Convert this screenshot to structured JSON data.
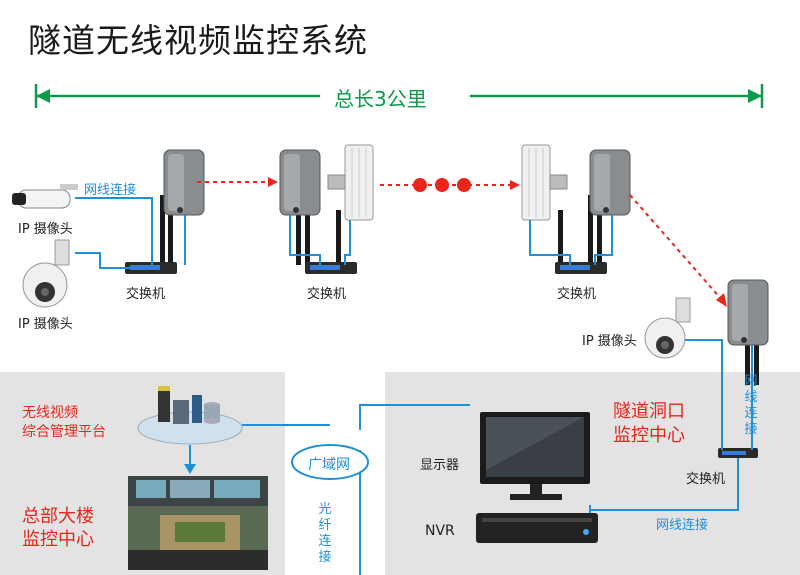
{
  "title": "隧道无线视频监控系统",
  "distance_label": "总长3公里",
  "labels": {
    "ip_camera": "IP 摄像头",
    "network_link": "网线连接",
    "switch": "交换机",
    "platform": "无线视频\n综合管理平台",
    "hq": "总部大楼\n监控中心",
    "tunnel_center": "隧道洞口\n监控中心",
    "wan": "广域网",
    "display": "显示器",
    "nvr": "NVR",
    "fiber_link": "光纤连接",
    "network_link_v": "网线连接"
  },
  "colors": {
    "green": "#0a9a4a",
    "blue": "#1e8fd8",
    "red": "#e8261b"
  }
}
